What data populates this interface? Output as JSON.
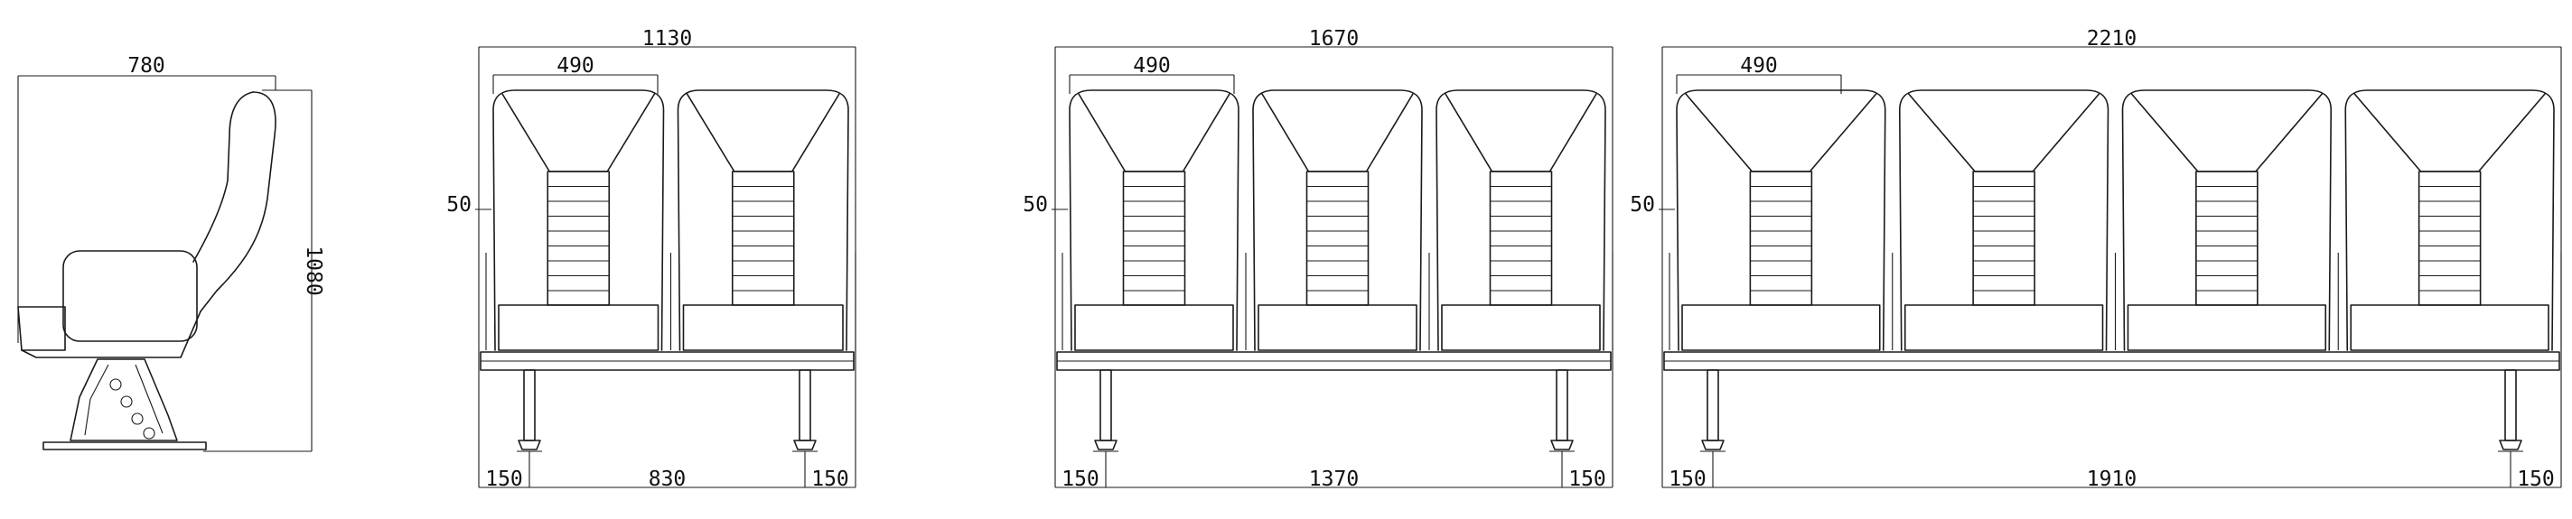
{
  "side_view": {
    "width_label": "780",
    "height_label": "1080"
  },
  "benches": [
    {
      "seats": 2,
      "total_label": "1130",
      "seat_label": "490",
      "height_label": "50",
      "left_label": "150",
      "span_label": "830",
      "right_label": "150"
    },
    {
      "seats": 3,
      "total_label": "1670",
      "seat_label": "490",
      "height_label": "50",
      "left_label": "150",
      "span_label": "1370",
      "right_label": "150"
    },
    {
      "seats": 4,
      "total_label": "2210",
      "seat_label": "490",
      "height_label": "50",
      "left_label": "150",
      "span_label": "1910",
      "right_label": "150"
    }
  ],
  "colors": {
    "line": "#1a1a1a",
    "background": "#ffffff"
  }
}
